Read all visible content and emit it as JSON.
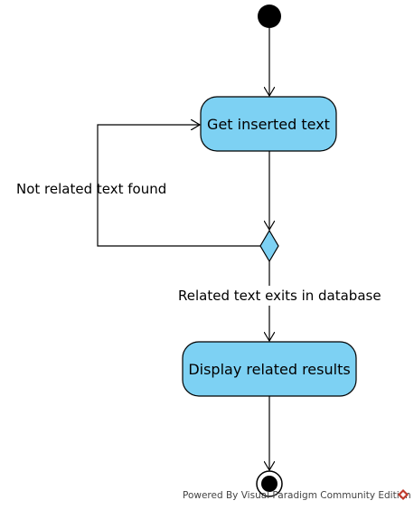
{
  "diagram": {
    "type": "activity",
    "actions": [
      {
        "id": "get-inserted-text",
        "label": "Get inserted text"
      },
      {
        "id": "display-related-results",
        "label": "Display related results"
      }
    ],
    "guards": {
      "not_found": "Not related text found",
      "found": "Related text exits in database"
    },
    "colors": {
      "action_fill": "#7dd1f3",
      "decision_fill": "#7dd1f3",
      "stroke": "#000000"
    }
  },
  "watermark": {
    "text": "Powered By Visual Paradigm Community Edition",
    "logo_color": "#c0392b"
  }
}
